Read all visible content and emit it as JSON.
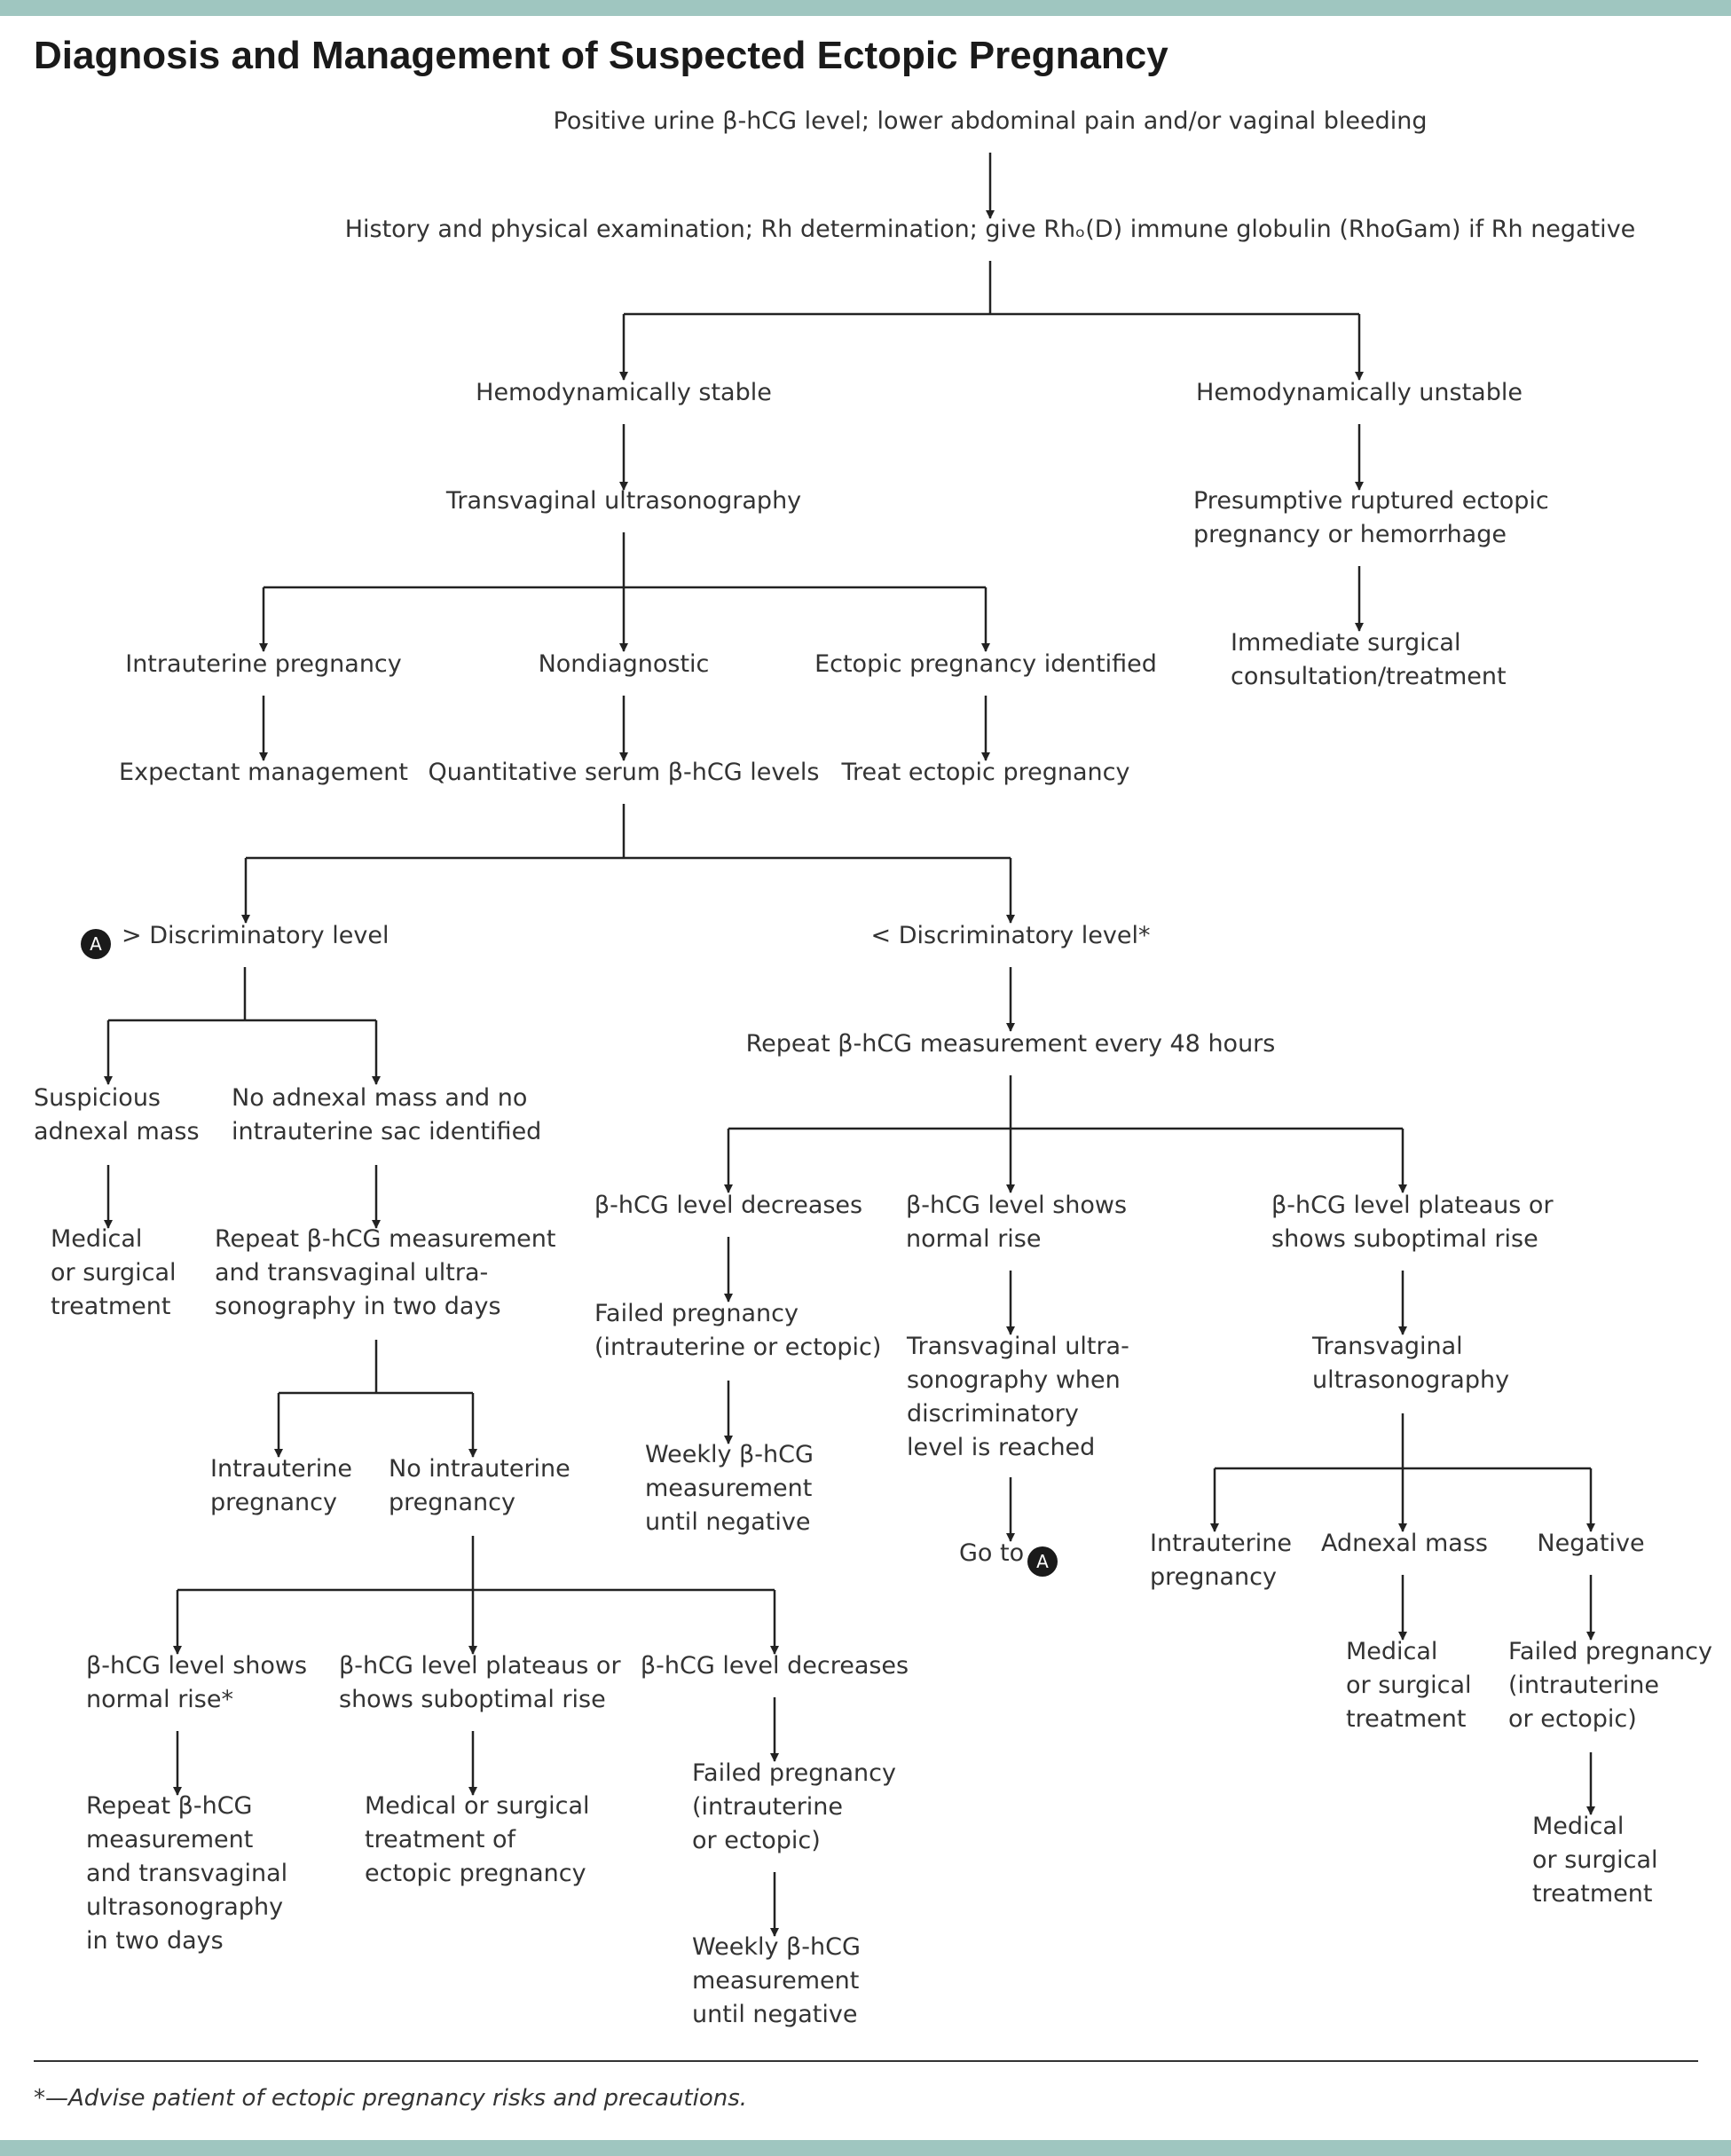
{
  "title": "Diagnosis and Management of Suspected Ectopic Pregnancy",
  "badge_label": "A",
  "footnote": "*—Advise patient of ectopic pregnancy risks and precautions.",
  "nodes": {
    "start": [
      "Positive urine β-hCG level; lower abdominal pain and/or vaginal bleeding"
    ],
    "history": [
      "History and physical examination; Rh determination; give Rhₒ(D) immune globulin (RhoGam) if Rh negative"
    ],
    "stable": [
      "Hemodynamically stable"
    ],
    "unstable": [
      "Hemodynamically unstable"
    ],
    "tvus1": [
      "Transvaginal ultrasonography"
    ],
    "ruptured": [
      "Presumptive ruptured ectopic",
      "pregnancy or hemorrhage"
    ],
    "surgical": [
      "Immediate surgical",
      "consultation/treatment"
    ],
    "iup1": [
      "Intrauterine pregnancy"
    ],
    "nondiag": [
      "Nondiagnostic"
    ],
    "ectopic_id": [
      "Ectopic pregnancy identified"
    ],
    "expectant": [
      "Expectant management"
    ],
    "quant": [
      "Quantitative serum β-hCG levels"
    ],
    "treat_ectopic": [
      "Treat ectopic pregnancy"
    ],
    "above_disc": [
      "> Discriminatory level"
    ],
    "below_disc": [
      "< Discriminatory level*"
    ],
    "repeat48": [
      "Repeat β-hCG measurement every 48 hours"
    ],
    "susp_mass": [
      "Suspicious",
      "adnexal mass"
    ],
    "no_mass": [
      "No adnexal mass and no",
      "intrauterine sac identified"
    ],
    "med_surg1": [
      "Medical",
      "or surgical",
      "treatment"
    ],
    "repeat_2days": [
      "Repeat β-hCG measurement",
      "and transvaginal ultra-",
      "sonography in two days"
    ],
    "iup2": [
      "Intrauterine",
      "pregnancy"
    ],
    "no_iup": [
      "No intrauterine",
      "pregnancy"
    ],
    "rise1": [
      "β-hCG level shows",
      "normal rise*"
    ],
    "plateau1": [
      "β-hCG level plateaus or",
      "shows suboptimal rise"
    ],
    "decrease1": [
      "β-hCG level decreases"
    ],
    "repeat_tv2": [
      "Repeat β-hCG",
      "measurement",
      "and transvaginal",
      "ultrasonography",
      "in two days"
    ],
    "med_surg_ectopic": [
      "Medical or surgical",
      "treatment of",
      "ectopic pregnancy"
    ],
    "failed1": [
      "Failed pregnancy",
      "(intrauterine",
      "or ectopic)"
    ],
    "weekly1": [
      "Weekly β-hCG",
      "measurement",
      "until negative"
    ],
    "decrease2": [
      "β-hCG level decreases"
    ],
    "rise2": [
      "β-hCG level shows",
      "normal rise"
    ],
    "plateau2": [
      "β-hCG level plateaus or",
      "shows suboptimal rise"
    ],
    "failed2": [
      "Failed pregnancy",
      "(intrauterine or ectopic)"
    ],
    "tvus_disc": [
      "Transvaginal ultra-",
      "sonography when",
      "discriminatory",
      "level is reached"
    ],
    "tvus2": [
      "Transvaginal",
      "ultrasonography"
    ],
    "weekly2": [
      "Weekly β-hCG",
      "measurement",
      "until negative"
    ],
    "goto": [
      "Go to"
    ],
    "iup3": [
      "Intrauterine",
      "pregnancy"
    ],
    "adnexal": [
      "Adnexal mass"
    ],
    "negative": [
      "Negative"
    ],
    "med_surg2": [
      "Medical",
      "or surgical",
      "treatment"
    ],
    "failed3": [
      "Failed pregnancy",
      "(intrauterine",
      "or ectopic)"
    ],
    "med_surg3": [
      "Medical",
      "or surgical",
      "treatment"
    ]
  }
}
